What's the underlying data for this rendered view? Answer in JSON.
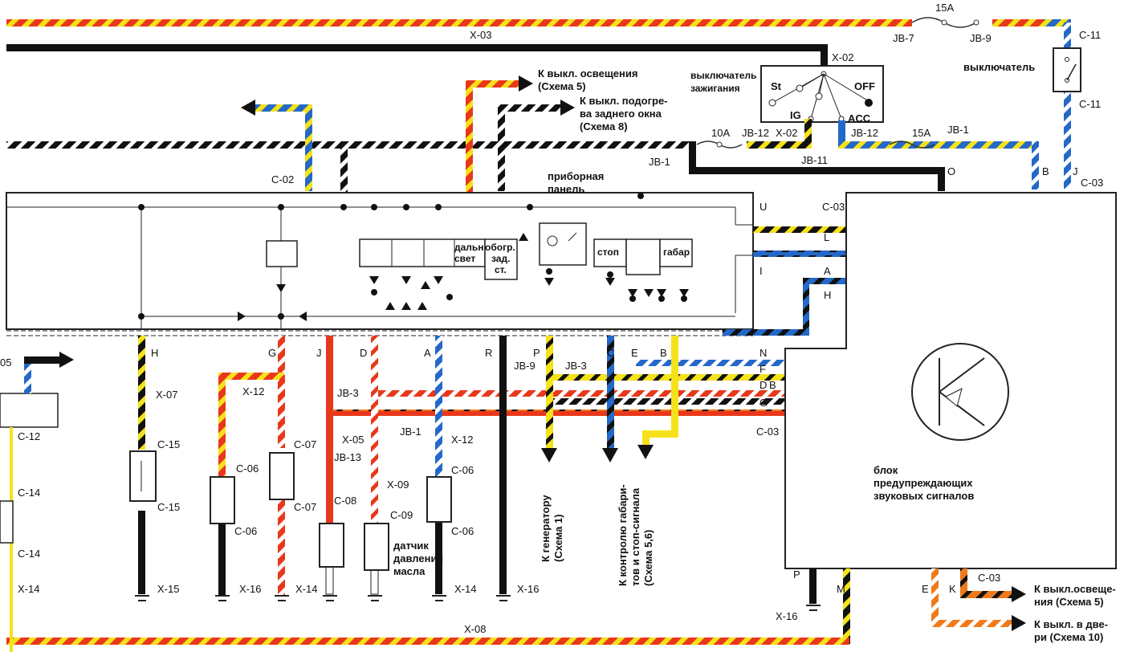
{
  "connectors": {
    "x03": "X-03",
    "x02": "X-02",
    "x02b": "X-02",
    "x07": "X-07",
    "x12a": "X-12",
    "x12b": "X-12",
    "x05": "X-05",
    "x09": "X-09",
    "x14a": "X-14",
    "x14b": "X-14",
    "x14c": "X-14",
    "x15": "X-15",
    "x16a": "X-16",
    "x16b": "X-16",
    "x16c": "X-16",
    "x08": "X-08",
    "c02": "C-02",
    "c03a": "C-03",
    "c03b": "C-03",
    "c03c": "C-03",
    "c03d": "C-03",
    "c11a": "C-11",
    "c11b": "C-11",
    "c12": "C-12",
    "c14a": "C-14",
    "c14b": "C-14",
    "c15a": "C-15",
    "c15b": "C-15",
    "c06a": "C-06",
    "c06b": "C-06",
    "c06c": "C-06",
    "c06d": "C-06",
    "c07a": "C-07",
    "c07b": "C-07",
    "c08": "C-08",
    "c09": "C-09",
    "jb7": "JB-7",
    "jb9a": "JB-9",
    "jb9b": "JB-9",
    "jb12a": "JB-12",
    "jb12b": "JB-12",
    "jb1a": "JB-1",
    "jb1b": "JB-1",
    "jb1c": "JB-1",
    "jb11": "JB-11",
    "jb3a": "JB-3",
    "jb3b": "JB-3",
    "jb13": "JB-13",
    "x05left": "05"
  },
  "fuses": {
    "f15a_top": "15A",
    "f10a": "10A",
    "f15a_mid": "15A"
  },
  "labels": {
    "to_light_switch_1": "К  выкл.  освещения",
    "to_light_switch_2": "(Схема 5)",
    "to_rear_heat_1": "К выкл. подогре-",
    "to_rear_heat_2": "ва заднего окна",
    "to_rear_heat_3": "(Схема 8)",
    "ignition_1": "выключатель",
    "ignition_2": "зажигания",
    "ign_st": "St",
    "ign_ig": "IG",
    "ign_off": "OFF",
    "ign_acc": "ACC",
    "switch": "выключатель",
    "panel_1": "приборная",
    "panel_2": "панель",
    "lamp_highbeam_1": "дальн.",
    "lamp_highbeam_2": "свет",
    "lamp_rearheat_1": "обогр.",
    "lamp_rearheat_2": "зад.",
    "lamp_rearheat_3": "ст.",
    "lamp_stop": "стоп",
    "lamp_parking": "габар",
    "oil_sensor_1": "датчик",
    "oil_sensor_2": "давления",
    "oil_sensor_3": "масла",
    "to_generator_1": "К генератору",
    "to_generator_2": "(Схема 1)",
    "to_control_1": "К контролю габари-",
    "to_control_2": "тов и стоп-сигнала",
    "to_control_3": "(Схема 5,6)",
    "warning_1": "блок",
    "warning_2": "предупреждающих",
    "warning_3": "звуковых сигналов",
    "right_light_1": "К выкл.освеще-",
    "right_light_2": "ния (Схема 5)",
    "right_door_1": "К выкл. в две-",
    "right_door_2": "ри (Схема 10)"
  },
  "pins": {
    "panel_bottom": [
      "H",
      "G",
      "J",
      "D",
      "A",
      "R",
      "P",
      "C",
      "E",
      "B"
    ],
    "block_left": [
      "U",
      "L",
      "A",
      "H",
      "I",
      "N",
      "F",
      "D",
      "B",
      "G"
    ],
    "block_top": [
      "O",
      "B",
      "J"
    ],
    "block_bottom": [
      "P",
      "M",
      "E",
      "K"
    ],
    "jb9_label": "JB-9"
  },
  "colors": {
    "black": "#111111",
    "red": "#e8381c",
    "orange": "#f07a1a",
    "yellow": "#f5e21a",
    "blue": "#2468c8",
    "white": "#ffffff",
    "ground": "#111111"
  }
}
